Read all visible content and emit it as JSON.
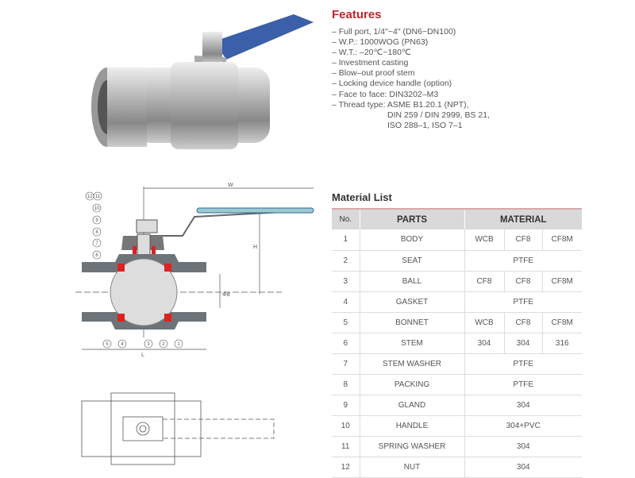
{
  "features": {
    "title": "Features",
    "items": [
      "– Full port, 1/4\"~4\" (DN6~DN100)",
      "– W.P.: 1000WOG (PN63)",
      "– W.T.: –20℃~180℃",
      "– Investment casting",
      "– Blow–out proof stem",
      "– Locking device handle (option)",
      "– Face to face: DIN3202–M3",
      "– Thread type: ASME B1.20.1 (NPT),",
      "                        DIN 259 / DIN 2999, BS 21,",
      "                        ISO 288–1, ISO 7–1"
    ]
  },
  "material_list": {
    "title": "Material List",
    "headers": [
      "No.",
      "PARTS",
      "MATERIAL"
    ],
    "rows": [
      {
        "no": "1",
        "part": "BODY",
        "m": [
          "WCB",
          "CF8",
          "CF8M"
        ]
      },
      {
        "no": "2",
        "part": "SEAT",
        "m": [
          "PTFE"
        ]
      },
      {
        "no": "3",
        "part": "BALL",
        "m": [
          "CF8",
          "CF8",
          "CF8M"
        ]
      },
      {
        "no": "4",
        "part": "GASKET",
        "m": [
          "PTFE"
        ]
      },
      {
        "no": "5",
        "part": "BONNET",
        "m": [
          "WCB",
          "CF8",
          "CF8M"
        ]
      },
      {
        "no": "6",
        "part": "STEM",
        "m": [
          "304",
          "304",
          "316"
        ]
      },
      {
        "no": "7",
        "part": "STEM WASHER",
        "m": [
          "PTFE"
        ]
      },
      {
        "no": "8",
        "part": "PACKING",
        "m": [
          "PTFE"
        ]
      },
      {
        "no": "9",
        "part": "GLAND",
        "m": [
          "304"
        ]
      },
      {
        "no": "10",
        "part": "HANDLE",
        "m": [
          "304+PVC"
        ]
      },
      {
        "no": "11",
        "part": "SPRING WASHER",
        "m": [
          "304"
        ]
      },
      {
        "no": "12",
        "part": "NUT",
        "m": [
          "304"
        ]
      }
    ]
  },
  "diagram": {
    "dim_w": "W",
    "dim_h": "H",
    "dim_d": "Φd",
    "dim_l": "L",
    "part_numbers": [
      "1",
      "2",
      "3",
      "4",
      "5",
      "6",
      "7",
      "8",
      "9",
      "10",
      "11",
      "12"
    ]
  },
  "colors": {
    "accent": "#c0272d",
    "handle": "#3b5fa8",
    "seal": "#d22"
  }
}
